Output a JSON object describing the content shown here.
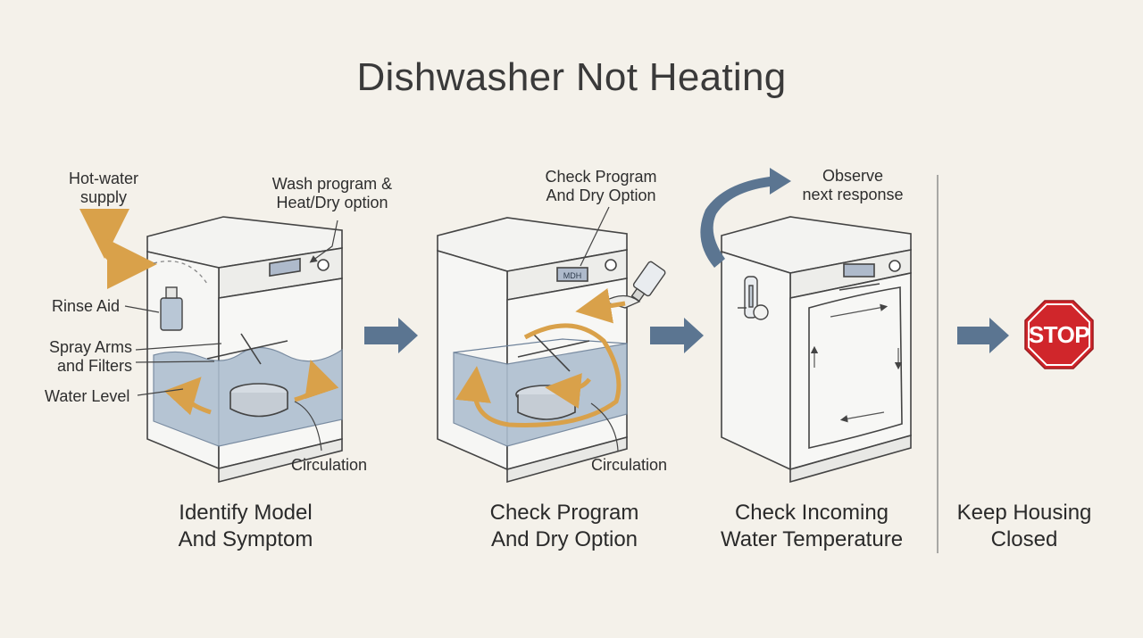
{
  "title": "Dishwasher Not Heating",
  "labels": {
    "hot_water": "Hot-water\nsupply",
    "wash_program": "Wash program &\nHeat/Dry option",
    "rinse_aid": "Rinse Aid",
    "spray_arms": "Spray Arms\nand Filters",
    "water_level": "Water Level",
    "circulation_1": "Circulation",
    "check_program_label": "Check Program\nAnd Dry Option",
    "circulation_2": "Circulation",
    "observe": "Observe\nnext response",
    "display_text": "MDH",
    "stop_sign": "STOP"
  },
  "steps": [
    {
      "caption": "Identify Model\nAnd Symptom"
    },
    {
      "caption": "Check Program\nAnd Dry Option"
    },
    {
      "caption": "Check Incoming\nWater Temperature"
    },
    {
      "caption": "Keep Housing\nClosed"
    }
  ],
  "colors": {
    "accent_orange": "#d9a14a",
    "arrow_blue": "#5b7591",
    "stop_red": "#d0262b",
    "water_blue": "#aebfd0"
  }
}
